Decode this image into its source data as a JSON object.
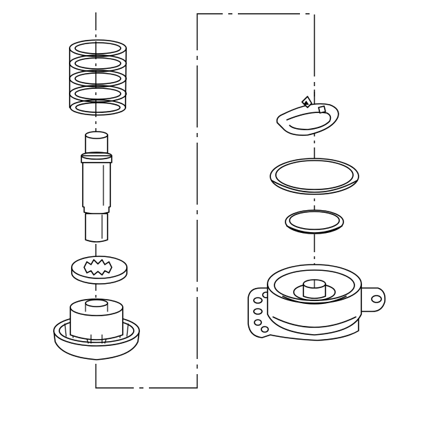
{
  "diagram": {
    "type": "exploded-view line drawing",
    "colors": {
      "stroke": "#000000",
      "background": "#ffffff"
    },
    "parts": [
      {
        "id": "coil-spring"
      },
      {
        "id": "valve-stem"
      },
      {
        "id": "star-washer"
      },
      {
        "id": "cup-housing"
      },
      {
        "id": "retaining-clip"
      },
      {
        "id": "large-o-ring"
      },
      {
        "id": "small-o-ring"
      },
      {
        "id": "flanged-housing"
      }
    ]
  }
}
